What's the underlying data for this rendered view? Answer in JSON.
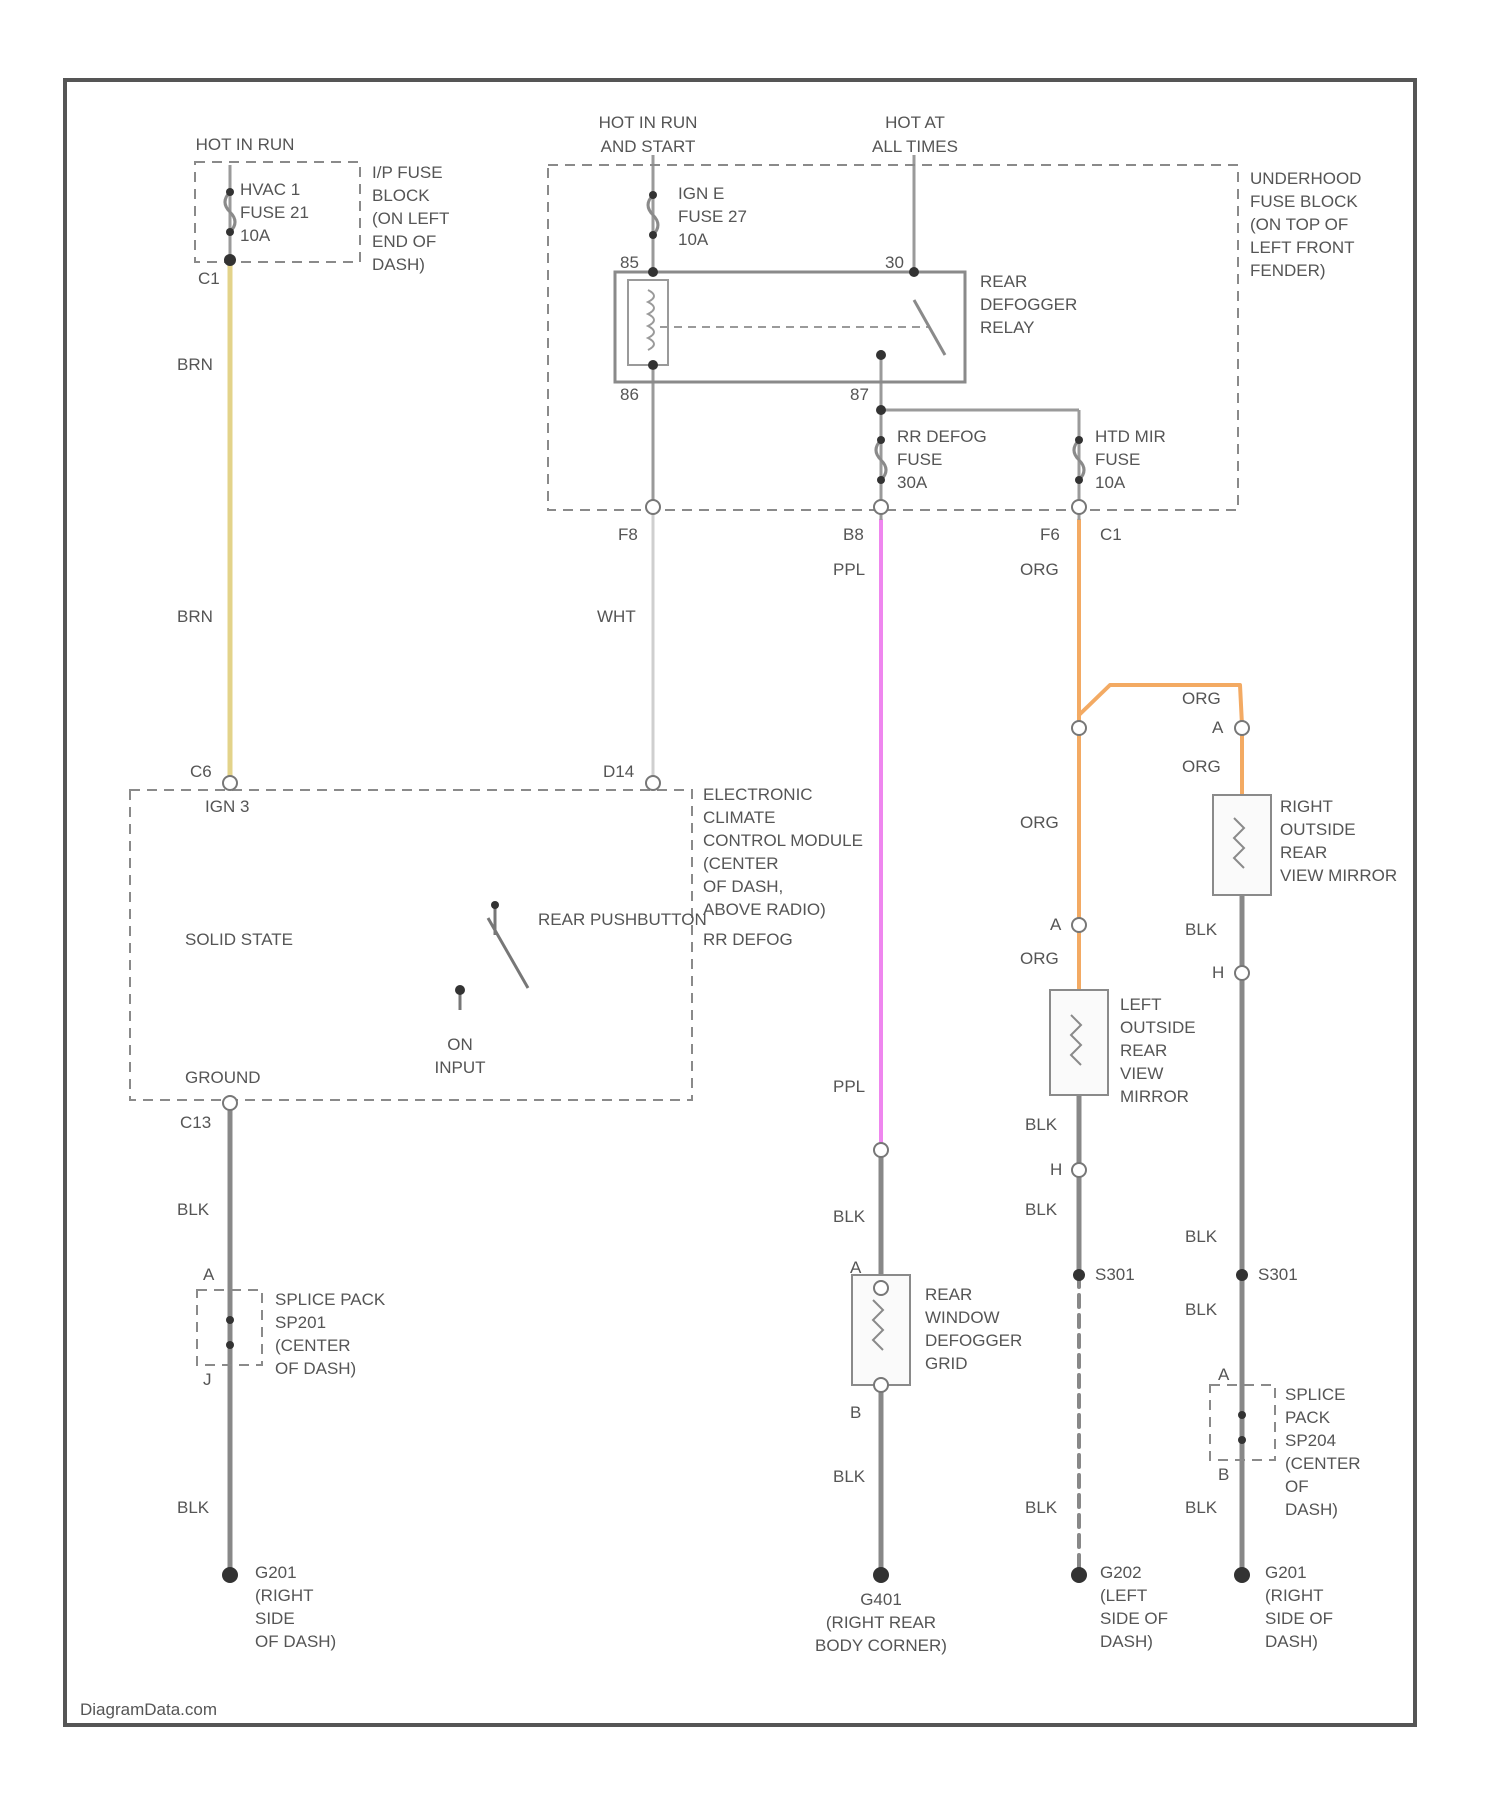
{
  "frame": {
    "border_color": "#555555",
    "watermark": "DiagramData.com"
  },
  "colors": {
    "BRN": "#e3d38a",
    "WHT": "#cfcfcf",
    "PPL": "#ef86ef",
    "ORG": "#f3aa63",
    "BLK": "#888888"
  },
  "power_sources": {
    "hot_in_run": "HOT IN RUN",
    "hot_in_run_and_start": [
      "HOT IN RUN",
      "AND START"
    ],
    "hot_at_all_times": [
      "HOT AT",
      "ALL TIMES"
    ]
  },
  "ip_fuse_block": {
    "fuse": [
      "HVAC 1",
      "FUSE 21",
      "10A"
    ],
    "label": [
      "I/P FUSE",
      "BLOCK",
      "(ON LEFT",
      "END OF",
      "DASH)"
    ],
    "connector": "C1"
  },
  "underhood_fuse_block": {
    "label": [
      "UNDERHOOD",
      "FUSE BLOCK",
      "(ON TOP OF",
      "LEFT FRONT",
      "FENDER)"
    ],
    "ign_fuse": [
      "IGN E",
      "FUSE 27",
      "10A"
    ],
    "relay": [
      "REAR",
      "DEFOGGER",
      "RELAY"
    ],
    "pins": [
      "85",
      "30",
      "86",
      "87"
    ],
    "rr_defog_fuse": [
      "RR DEFOG",
      "FUSE",
      "30A"
    ],
    "htd_mir_fuse": [
      "HTD MIR",
      "FUSE",
      "10A"
    ],
    "out_pins": [
      "F8",
      "B8",
      "F6"
    ],
    "c1": "C1"
  },
  "wire_labels": {
    "brn": "BRN",
    "wht": "WHT",
    "ppl": "PPL",
    "org": "ORG",
    "blk": "BLK"
  },
  "ecc_module": {
    "label": [
      "ELECTRONIC",
      "CLIMATE",
      "CONTROL MODULE",
      "(CENTER",
      "OF DASH,",
      "ABOVE RADIO)"
    ],
    "connectors": {
      "c6": "C6",
      "ign": "IGN 3",
      "d14": "D14",
      "c13": "C13"
    },
    "solid_state": "SOLID STATE",
    "pushbutton": "REAR PUSHBUTTON",
    "rr_defog": "RR DEFOG",
    "on_input": [
      "ON",
      "INPUT"
    ],
    "ground": "GROUND"
  },
  "splice_left": {
    "label": [
      "SPLICE PACK",
      "SP201",
      "(CENTER",
      "OF DASH)"
    ],
    "pins": [
      "A",
      "J"
    ]
  },
  "rear_defogger_grid": {
    "label": [
      "REAR",
      "WINDOW",
      "DEFOGGER",
      "GRID"
    ],
    "pins": [
      "A",
      "B"
    ]
  },
  "left_mirror": {
    "label": [
      "LEFT",
      "OUTSIDE",
      "REAR",
      "VIEW",
      "MIRROR"
    ],
    "pins": [
      "A",
      "H"
    ]
  },
  "right_mirror": {
    "label": [
      "RIGHT",
      "OUTSIDE",
      "REAR",
      "VIEW MIRROR"
    ],
    "pins": [
      "A",
      "H"
    ]
  },
  "splice_right": {
    "label": [
      "SPLICE",
      "PACK",
      "SP204",
      "(CENTER",
      "OF",
      "DASH)"
    ],
    "pins": [
      "A",
      "B"
    ]
  },
  "s_labels": {
    "left": "S301",
    "right": "S301"
  },
  "grounds": {
    "g201": [
      "G201",
      "(RIGHT",
      "SIDE",
      "OF DASH)"
    ],
    "g401": [
      "G401",
      "(RIGHT REAR",
      "BODY CORNER)"
    ],
    "g202": [
      "G202",
      "(LEFT",
      "SIDE OF",
      "DASH)"
    ],
    "g201b": [
      "G201",
      "(RIGHT",
      "SIDE OF",
      "DASH)"
    ]
  }
}
